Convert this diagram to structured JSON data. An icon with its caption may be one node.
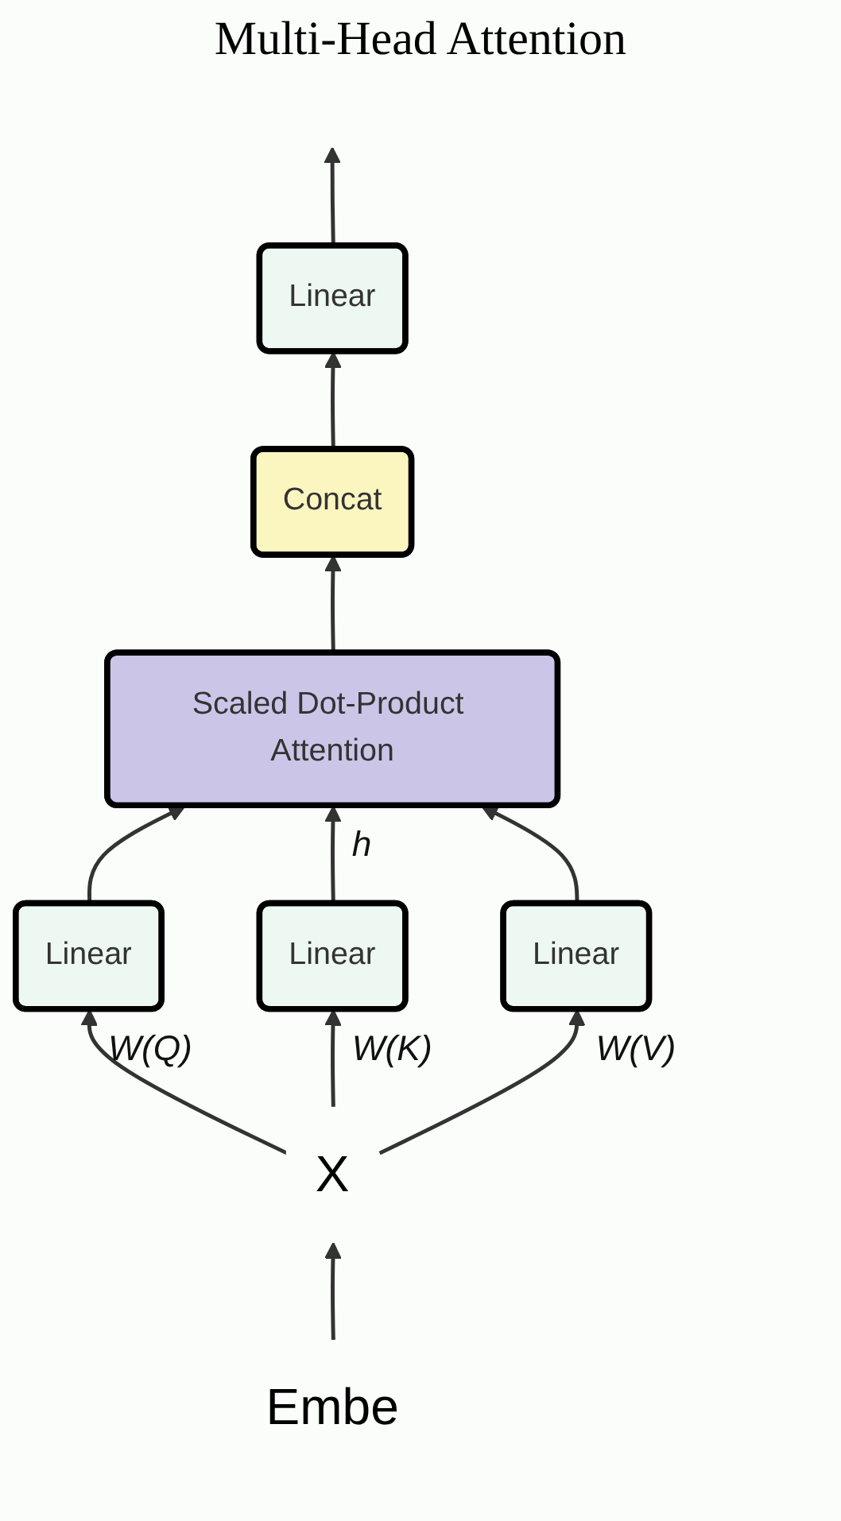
{
  "diagram": {
    "title": "Multi-Head Attention",
    "nodes": [
      {
        "text": [
          "Linear"
        ]
      },
      {
        "text": [
          "Concat"
        ]
      },
      {
        "text": [
          "Scaled Dot-Product Attention"
        ],
        "beside": [
          "h"
        ]
      },
      {
        "text": [
          "Linear"
        ],
        "beside": [
          "W(Q)"
        ]
      },
      {
        "text": [
          "Linear"
        ],
        "beside": [
          "W(K)"
        ]
      },
      {
        "text": [
          "Linear"
        ],
        "beside": [
          "W(V)"
        ]
      },
      {
        "text": [
          "X"
        ]
      },
      {
        "text": [
          "Embe"
        ]
      }
    ],
    "edges": [
      {
        "from": 0,
        "to": null,
        "arrow": "to"
      },
      {
        "from": 1,
        "to": 0,
        "arrow": "to"
      },
      {
        "from": 2,
        "to": 1,
        "arrow": "to"
      },
      {
        "from": 3,
        "to": 2,
        "arrow": "to"
      },
      {
        "from": 4,
        "to": 2,
        "arrow": "to"
      },
      {
        "from": 5,
        "to": 2,
        "arrow": "to"
      },
      {
        "from": 6,
        "to": 3,
        "arrow": "to"
      },
      {
        "from": 6,
        "to": 4,
        "arrow": "to"
      },
      {
        "from": 6,
        "to": 5,
        "arrow": "to"
      },
      {
        "from": 7,
        "to": 6,
        "arrow": "to"
      }
    ]
  }
}
